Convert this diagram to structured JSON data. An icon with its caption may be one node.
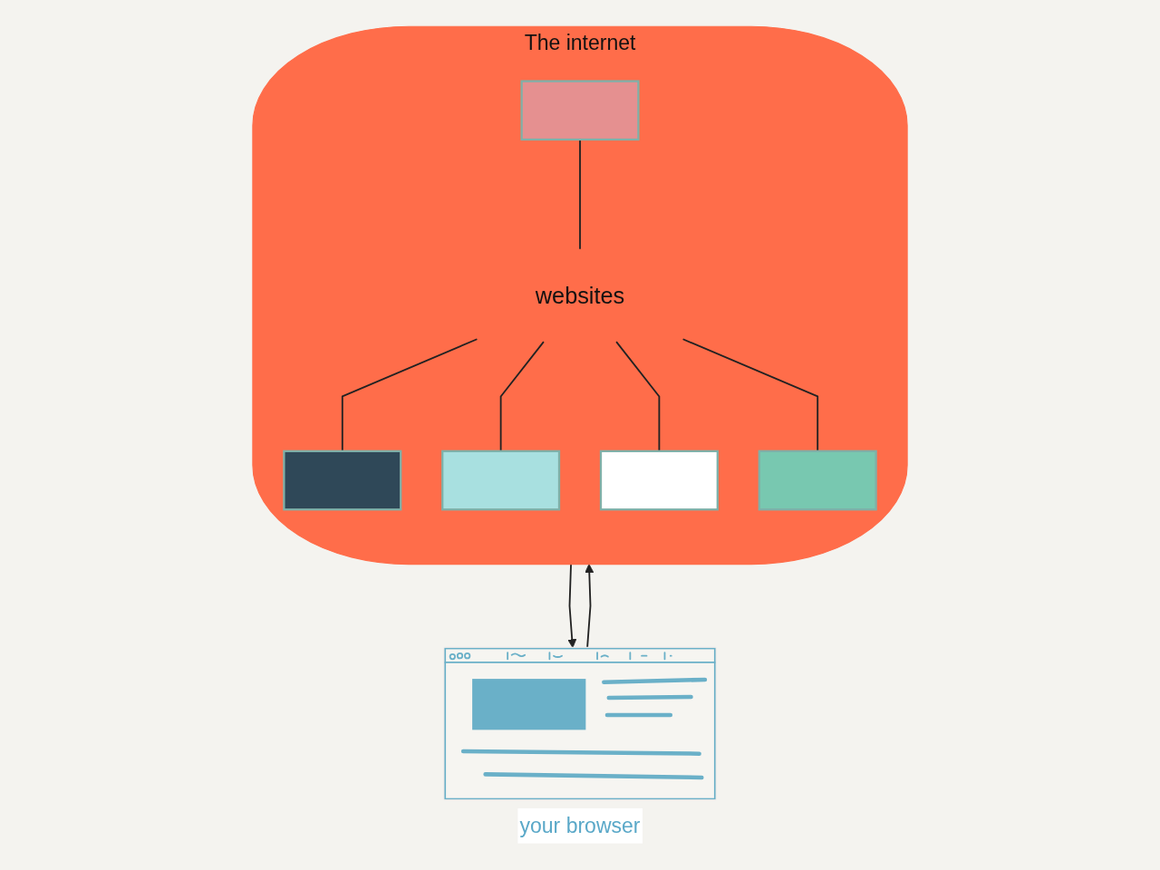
{
  "diagram": {
    "nodes": [
      {
        "text": [
          "The internet"
        ]
      },
      {
        "text": [],
        "shape": "box",
        "in": 0
      },
      {
        "text": [],
        "shape": "box",
        "in": 0
      },
      {
        "text": [
          "websites"
        ],
        "in": 0
      },
      {
        "text": [],
        "shape": "box",
        "in": 0
      },
      {
        "text": [],
        "shape": "box",
        "in": 0
      },
      {
        "text": [],
        "shape": "box",
        "in": 0
      },
      {
        "text": [],
        "shape": "picture",
        "beside": [
          "your browser"
        ]
      }
    ],
    "edges": [
      {
        "from": 1,
        "to": 3,
        "arrow": "none"
      },
      {
        "from": 3,
        "to": 2,
        "arrow": "none"
      },
      {
        "from": 3,
        "to": 4,
        "arrow": "none"
      },
      {
        "from": 3,
        "to": 5,
        "arrow": "none"
      },
      {
        "from": 3,
        "to": 6,
        "arrow": "none"
      },
      {
        "from": 0,
        "to": 7,
        "arrow": "to"
      },
      {
        "from": 7,
        "to": 0,
        "arrow": "to"
      }
    ]
  }
}
